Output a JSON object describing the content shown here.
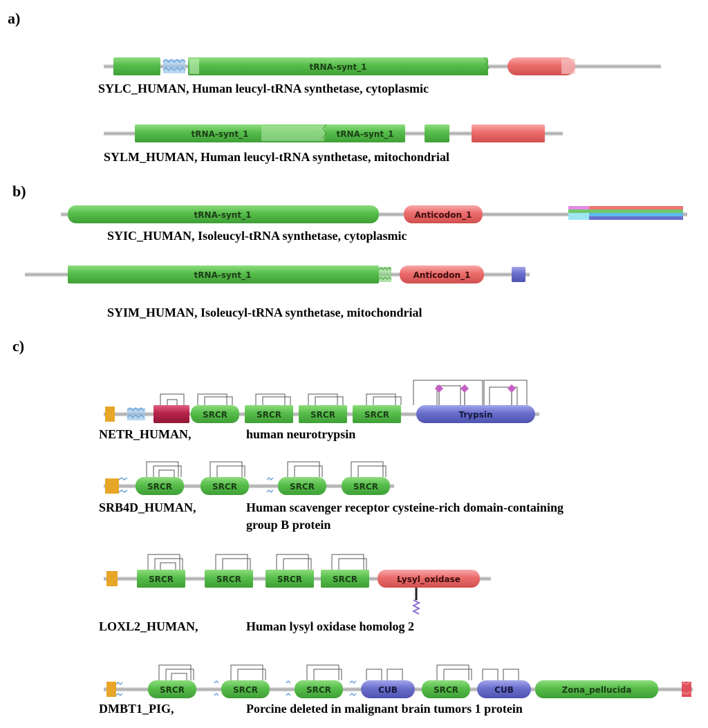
{
  "figure": {
    "panels": [
      {
        "id": "a",
        "label": "a)",
        "proteins": [
          {
            "caption": "SYLC_HUMAN, Human leucyl-tRNA synthetase, cytoplasmic",
            "domains": [
              {
                "kind": "green",
                "label": ""
              },
              {
                "kind": "lowc",
                "label": ""
              },
              {
                "kind": "green",
                "label": "tRNA-synt_1"
              },
              {
                "kind": "red",
                "label": ""
              }
            ]
          },
          {
            "caption": "SYLM_HUMAN, Human leucyl-tRNA synthetase, mitochondrial",
            "domains": [
              {
                "kind": "green",
                "label": "tRNA-synt_1"
              },
              {
                "kind": "green",
                "label": "tRNA-synt_1"
              },
              {
                "kind": "green",
                "label": ""
              },
              {
                "kind": "red",
                "label": ""
              }
            ]
          }
        ]
      },
      {
        "id": "b",
        "label": "b)",
        "proteins": [
          {
            "caption": "SYIC_HUMAN, Isoleucyl-tRNA synthetase, cytoplasmic",
            "domains": [
              {
                "kind": "green",
                "label": "tRNA-synt_1"
              },
              {
                "kind": "red",
                "label": "Anticodon_1"
              },
              {
                "kind": "rainbow",
                "label": ""
              }
            ]
          },
          {
            "caption": "SYIM_HUMAN, Isoleucyl-tRNA synthetase, mitochondrial",
            "domains": [
              {
                "kind": "green",
                "label": "tRNA-synt_1"
              },
              {
                "kind": "lowc",
                "label": ""
              },
              {
                "kind": "red",
                "label": "Anticodon_1"
              },
              {
                "kind": "blue",
                "label": ""
              }
            ]
          }
        ]
      },
      {
        "id": "c",
        "label": "c)",
        "proteins": [
          {
            "caption_id": "NETR_HUMAN,",
            "caption_desc": "human neurotrypsin",
            "domains": [
              {
                "kind": "signal",
                "label": ""
              },
              {
                "kind": "lowc",
                "label": ""
              },
              {
                "kind": "crimson",
                "label": ""
              },
              {
                "kind": "srcr",
                "label": "SRCR"
              },
              {
                "kind": "srcr",
                "label": "SRCR"
              },
              {
                "kind": "srcr",
                "label": "SRCR"
              },
              {
                "kind": "srcr",
                "label": "SRCR"
              },
              {
                "kind": "blue",
                "label": "Trypsin"
              }
            ]
          },
          {
            "caption_id": "SRB4D_HUMAN,",
            "caption_desc": "Human scavenger receptor cysteine-rich domain-containing",
            "caption_desc2": "group B protein",
            "domains": [
              {
                "kind": "signal",
                "label": ""
              },
              {
                "kind": "srcr",
                "label": "SRCR"
              },
              {
                "kind": "srcr",
                "label": "SRCR"
              },
              {
                "kind": "srcr",
                "label": "SRCR"
              },
              {
                "kind": "srcr",
                "label": "SRCR"
              }
            ]
          },
          {
            "caption_id": "LOXL2_HUMAN,",
            "caption_desc": "Human lysyl oxidase homolog 2",
            "domains": [
              {
                "kind": "signal",
                "label": ""
              },
              {
                "kind": "srcr",
                "label": "SRCR"
              },
              {
                "kind": "srcr",
                "label": "SRCR"
              },
              {
                "kind": "srcr",
                "label": "SRCR"
              },
              {
                "kind": "srcr",
                "label": "SRCR"
              },
              {
                "kind": "red",
                "label": "Lysyl_oxidase"
              }
            ]
          },
          {
            "caption_id": "DMBT1_PIG,",
            "caption_desc": "Porcine deleted in malignant brain tumors 1 protein",
            "domains": [
              {
                "kind": "signal",
                "label": ""
              },
              {
                "kind": "srcr",
                "label": "SRCR"
              },
              {
                "kind": "srcr",
                "label": "SRCR"
              },
              {
                "kind": "srcr",
                "label": "SRCR"
              },
              {
                "kind": "blue",
                "label": "CUB"
              },
              {
                "kind": "srcr",
                "label": "SRCR"
              },
              {
                "kind": "blue",
                "label": "CUB"
              },
              {
                "kind": "green",
                "label": "Zona_pellucida"
              },
              {
                "kind": "tm",
                "label": ""
              }
            ]
          }
        ]
      }
    ],
    "colors": {
      "green": "#52b948",
      "red": "#ec6b6b",
      "crimson": "#b8224a",
      "blue": "#6a6ecc",
      "signal": "#e8a628",
      "lowc": "#9cc6ea",
      "tm": "#e0505a",
      "glyco": "#c65fc4",
      "backbone": "#bdbdbd"
    }
  }
}
